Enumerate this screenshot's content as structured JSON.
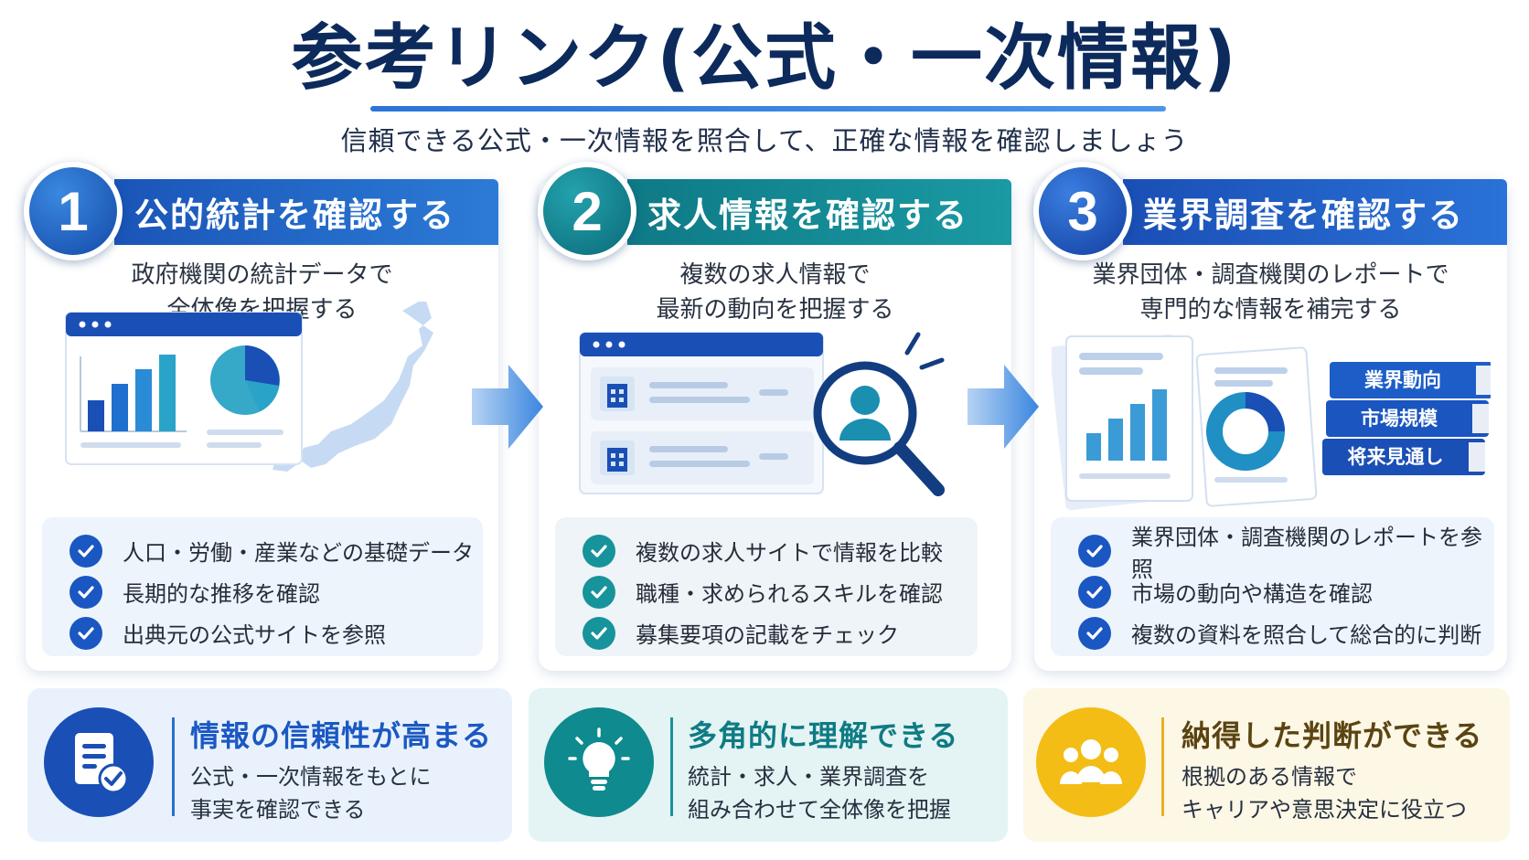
{
  "header": {
    "title": "参考リンク(公式・一次情報)",
    "subtitle": "信頼できる公式・一次情報を照合して、正確な情報を確認しましょう"
  },
  "steps": [
    {
      "number": "1",
      "title": "公的統計を確認する",
      "desc_line1": "政府機関の統計データで",
      "desc_line2": "全体像を把握する",
      "checks": [
        "人口・労働・産業などの基礎データ",
        "長期的な推移を確認",
        "出典元の公式サイトを参照"
      ]
    },
    {
      "number": "2",
      "title": "求人情報を確認する",
      "desc_line1": "複数の求人情報で",
      "desc_line2": "最新の動向を把握する",
      "checks": [
        "複数の求人サイトで情報を比較",
        "職種・求められるスキルを確認",
        "募集要項の記載をチェック"
      ]
    },
    {
      "number": "3",
      "title": "業界調査を確認する",
      "desc_line1": "業界団体・調査機関のレポートで",
      "desc_line2": "専門的な情報を補完する",
      "checks": [
        "業界団体・調査機関のレポートを参照",
        "市場の動向や構造を確認",
        "複数の資料を照合して総合的に判断"
      ],
      "book_labels": [
        "業界動向",
        "市場規模",
        "将来見通し"
      ]
    }
  ],
  "benefits": [
    {
      "title": "情報の信頼性が高まる",
      "line1": "公式・一次情報をもとに",
      "line2": "事実を確認できる",
      "icon": "document-check-icon"
    },
    {
      "title": "多角的に理解できる",
      "line1": "統計・求人・業界調査を",
      "line2": "組み合わせて全体像を把握",
      "icon": "lightbulb-icon"
    },
    {
      "title": "納得した判断ができる",
      "line1": "根拠のある情報で",
      "line2": "キャリアや意思決定に役立つ",
      "icon": "people-group-icon"
    }
  ],
  "colors": {
    "navy": "#0d2a5c",
    "blue": "#1a57c2",
    "teal": "#17939b",
    "gold": "#f3bd16"
  }
}
